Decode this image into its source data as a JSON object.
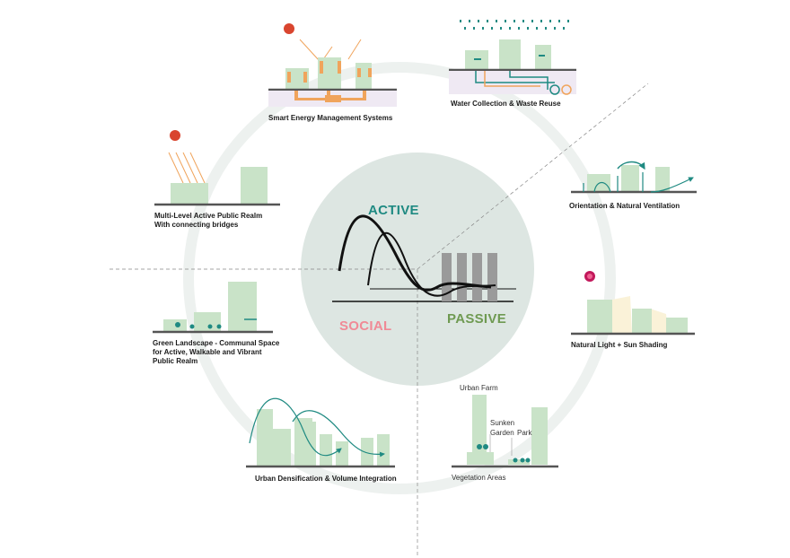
{
  "center": {
    "active": "ACTIVE",
    "social": "SOCIAL",
    "passive": "PASSIVE"
  },
  "strategies": {
    "smart_energy": "Smart Energy Management Systems",
    "water": "Water Collection & Waste Reuse",
    "orientation": "Orientation & Natural Ventilation",
    "natural_light": "Natural Light + Sun Shading",
    "public_realm_1": "Multi-Level Active Public Realm",
    "public_realm_2": "With connecting bridges",
    "green_1": "Green Landscape - Communal Space",
    "green_2": "for Active, Walkable and Vibrant",
    "green_3": "Public Realm",
    "densification": "Urban Densification & Volume Integration"
  },
  "vegetation": {
    "urban_farm": "Urban Farm",
    "sunken": "Sunken",
    "garden": "Garden",
    "park": "Park",
    "areas": "Vegetation Areas"
  },
  "colors": {
    "active": "#1f8a82",
    "social": "#f08a96",
    "passive": "#6f9a52",
    "building": "#c9e3c8",
    "energy": "#f0a45c",
    "water": "#1f8a82",
    "circle": "#dde6e2",
    "ring": "#edf1ef"
  }
}
